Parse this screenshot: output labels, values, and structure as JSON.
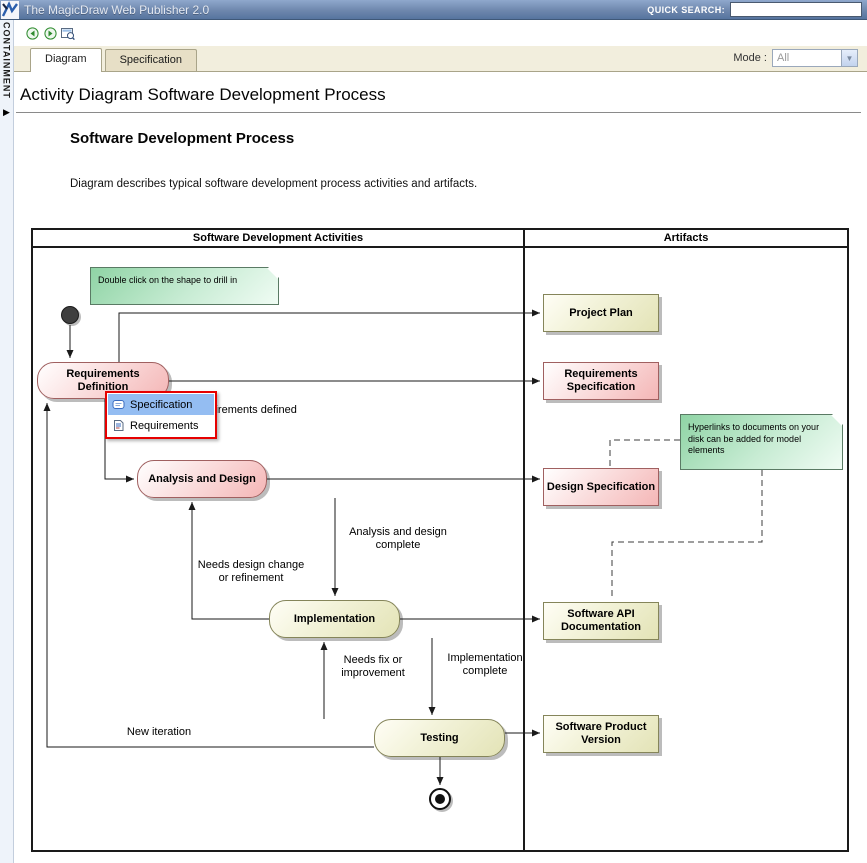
{
  "titlebar": {
    "app_title": "The MagicDraw Web Publisher 2.0",
    "quick_search_label": "QUICK SEARCH:",
    "search_value": ""
  },
  "sidebar": {
    "containment_label": "CONTAINMENT"
  },
  "icons": {
    "containment_collapse": "▶",
    "mode_dropdown_arrow": "▼"
  },
  "tabs": {
    "diagram_label": "Diagram",
    "specification_label": "Specification",
    "mode_label": "Mode :",
    "mode_value": "All"
  },
  "page": {
    "heading": "Activity Diagram Software Development Process",
    "doc_title": "Software Development Process",
    "doc_description": "Diagram describes typical software development process activities and artifacts."
  },
  "diagram": {
    "lanes": {
      "activities": "Software Development Activities",
      "artifacts": "Artifacts"
    },
    "notes": [
      {
        "text": "Double click on the  shape to drill in"
      },
      {
        "text": "Hyperlinks to  documents on your disk can be added for model elements"
      }
    ],
    "activities": [
      {
        "label": "Requirements Definition"
      },
      {
        "label": "Analysis and Design"
      },
      {
        "label": "Implementation"
      },
      {
        "label": "Testing"
      }
    ],
    "artifacts": [
      {
        "label": "Project Plan"
      },
      {
        "label": "Requirements Specification"
      },
      {
        "label": "Design Specification"
      },
      {
        "label": "Software API Documentation"
      },
      {
        "label": "Software Product Version"
      }
    ],
    "edge_labels": [
      "Requirements defined",
      "Analysis and design complete",
      "Needs design change or refinement",
      "Needs fix or improvement",
      "Implementation complete",
      "New iteration"
    ]
  },
  "popup": {
    "items": [
      {
        "label": "Specification"
      },
      {
        "label": "Requirements"
      }
    ]
  },
  "colors": {
    "titlebar_blue": "#6e87ad",
    "activity_pink": "#f4b6b6",
    "activity_yellow": "#e3e3b6",
    "note_green": "#98d8ac",
    "selection_blue": "#94bdf2",
    "popup_highlight_red": "#e60000"
  }
}
